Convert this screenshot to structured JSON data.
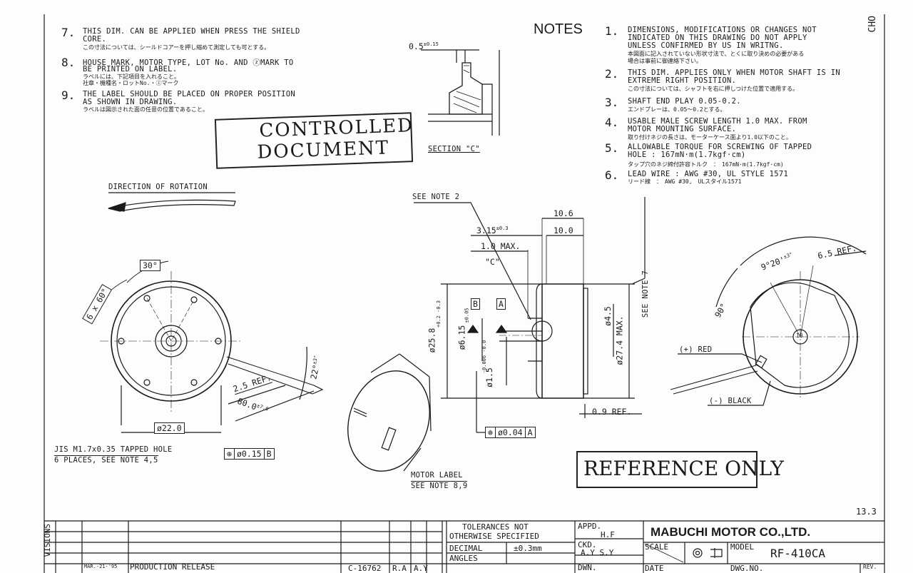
{
  "notes_left": [
    {
      "num": "7.",
      "lines": [
        "THIS DIM. CAN BE APPLIED WHEN PRESS THE SHIELD",
        "CORE."
      ],
      "jp": "この寸法については、シールドコアーを押し縮めて測定しても可とする。"
    },
    {
      "num": "8.",
      "lines": [
        "HOUSE MARK, MOTOR TYPE, LOT No. AND ⓩMARK TO",
        "BE PRINTED ON LABEL."
      ],
      "jp": "ラベルには、下記項目を入れること。",
      "jp2": "社章・機種名・ロットNo.・ⓩマーク"
    },
    {
      "num": "9.",
      "lines": [
        "THE LABEL SHOULD BE PLACED ON PROPER POSITION",
        "AS SHOWN IN DRAWING."
      ],
      "jp": "ラベルは図示された面の任意の位置であること。"
    }
  ],
  "notes_title": "NOTES",
  "notes_right": [
    {
      "num": "1.",
      "lines": [
        "DIMENSIONS, MODIFICATIONS OR CHANGES NOT",
        "INDICATED ON THIS DRAWING DO NOT APPLY",
        "UNLESS CONFIRMED BY US IN WRITNG."
      ],
      "jp": "本図面に記入されていない形状寸法で、とくに取り決めの必要がある",
      "jp2": "場合は事前に御連絡下さい。"
    },
    {
      "num": "2.",
      "lines": [
        "THIS DIM. APPLIES ONLY WHEN MOTOR SHAFT IS IN",
        "EXTREME RIGHT POSITION."
      ],
      "jp": "この寸法については、シャフトを右に押しつけた位置で適用する。"
    },
    {
      "num": "3.",
      "lines": [
        "SHAFT END PLAY 0.05-0.2."
      ],
      "jp": "エンドプレーは、0.05〜0.2とする。"
    },
    {
      "num": "4.",
      "lines": [
        "USABLE MALE SCREW LENGTH 1.0 MAX. FROM",
        "MOTOR MOUNTING SURFACE."
      ],
      "jp": "取り付けネジの長さは、モーターケース面より1.0以下のこと。"
    },
    {
      "num": "5.",
      "lines": [
        "ALLOWABLE TORQUE FOR SCREWING OF TAPPED",
        "HOLE : 167mN·m(1.7kgf·cm)"
      ],
      "jp": "タップ穴のネジ締付許容トルク　：　167mN·m(1.7kgf·cm)"
    },
    {
      "num": "6.",
      "lines": [
        "LEAD WIRE : AWG #30, UL STYLE 1571"
      ],
      "jp": "リード線　：　AWG #30,　ULスタイル1571"
    }
  ],
  "corner_code": "CHO",
  "stamps": {
    "controlled_1": "CONTROLLED",
    "controlled_2": "DOCUMENT",
    "reference": "REFERENCE ONLY"
  },
  "labels": {
    "section_c": "SECTION \"C\"",
    "direction": "DIRECTION OF ROTATION",
    "see_note_2": "SEE NOTE 2",
    "see_note_7": "SEE NOTE 7",
    "c_mark": "\"C\"",
    "motor_label_1": "MOTOR LABEL",
    "motor_label_2": "SEE NOTE 8,9",
    "jis_1": "JIS M1.7x0.35 TAPPED HOLE",
    "jis_2": "6 PLACES, SEE NOTE 4,5",
    "plus_red": "(+) RED",
    "minus_black": "(-) BLACK",
    "sheet_num": "13.3"
  },
  "dims": {
    "d05": "0.5",
    "d05tol": "±0.15",
    "d106": "10.6",
    "d100": "10.0",
    "d315": "3.15",
    "d315tol": "±0.3",
    "d10max": "1.0 MAX.",
    "d258": "ø25.8",
    "d258tol": "+0.2 -0.3",
    "d615": "ø6.15",
    "d615tol": "±0.05",
    "d15": "ø1.5",
    "d15tol": "-0.006 -0.0",
    "d45": "ø4.5",
    "d274": "ø27.4 MAX.",
    "d09": "0.9 REF.",
    "flag_b": "B",
    "flag_a": "A",
    "pos_tol": "ø0.04",
    "pos_datum": "A",
    "a30": "30°",
    "a6x60": "6 x 60°",
    "a22": "22°",
    "a22tol": "±3°",
    "d25ref": "2.5 REF.",
    "d800": "80.0",
    "d800tol": "±7.0",
    "d220": "ø22.0",
    "jis_tol": "ø0.15",
    "jis_datum": "B",
    "a920": "9°20'",
    "a920tol": "±3°",
    "d65ref": "6.5 REF.",
    "a90": "90°",
    "d10c": "10"
  },
  "title_block": {
    "revisions_label": "VISIONS",
    "rev_date": "MAR.-21-'95",
    "rev_text": "PRODUCTION RELEASE",
    "rev_code": "C-16762",
    "rev_initials": [
      "R.A",
      "A.Y"
    ],
    "tol_1": "TOLERANCES NOT",
    "tol_2": "OTHERWISE SPECIFIED",
    "decimal": "DECIMAL",
    "decimal_val": "±0.3mm",
    "angles": "ANGLES",
    "appd": "APPD.",
    "appd_val": "H.F",
    "ckd": "CKD.",
    "ckd_val": "A.Y  S.Y",
    "dwn": "DWN.",
    "company": "MABUCHI MOTOR CO.,LTD.",
    "scale": "SCALE",
    "model": "MODEL",
    "model_val": "RF-410CA",
    "date": "DATE",
    "dwg_no": "DWG.NO.",
    "rev": "REV."
  }
}
